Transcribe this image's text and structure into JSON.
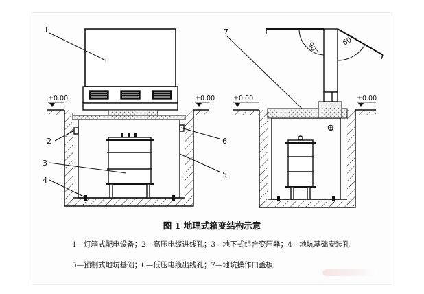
{
  "labels": {
    "n1": "1",
    "n2": "2",
    "n3": "3",
    "n4": "4",
    "n5": "5",
    "n6": "6",
    "n7": "7"
  },
  "elevation_marks": {
    "left_outer": "±0.00",
    "left_inner": "±0.00",
    "right_outer": "±0.00",
    "right_inner": "±0.00"
  },
  "angles": {
    "a90": "90°",
    "a60": "60°"
  },
  "caption": "图 1   地理式箱变结构示意",
  "legend_line1": "1—灯箱式配电设备；2—高压电缆进线孔；3—地下式组合变压器；4—地坑基础安装孔",
  "legend_line2": "5—预制式地坑基础；6—低压电缆出线孔；7—地坑操作口盖板"
}
